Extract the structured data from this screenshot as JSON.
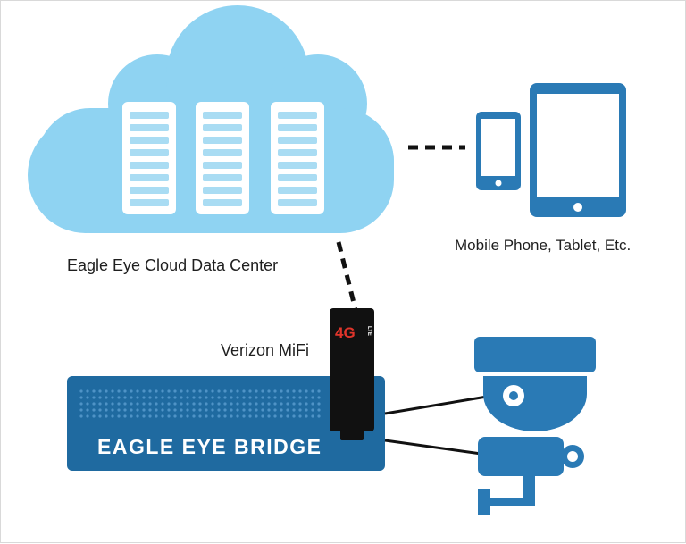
{
  "labels": {
    "cloud": "Eagle Eye Cloud Data Center",
    "mobile": "Mobile Phone, Tablet, Etc.",
    "mifi": "Verizon MiFi",
    "bridge": "EAGLE EYE BRIDGE",
    "mifi_badge": "4G",
    "mifi_badge_sub": "LTE"
  },
  "colors": {
    "cloud": "#8fd3f2",
    "device_blue": "#2a7ab5",
    "dark_blue": "#1f6aa0",
    "mifi_black": "#111111",
    "badge_red": "#e0352b",
    "server_rack": "#ffffff",
    "server_slot": "#a9dcf3"
  },
  "servers": {
    "count": 3,
    "slots_per_server": 8
  }
}
